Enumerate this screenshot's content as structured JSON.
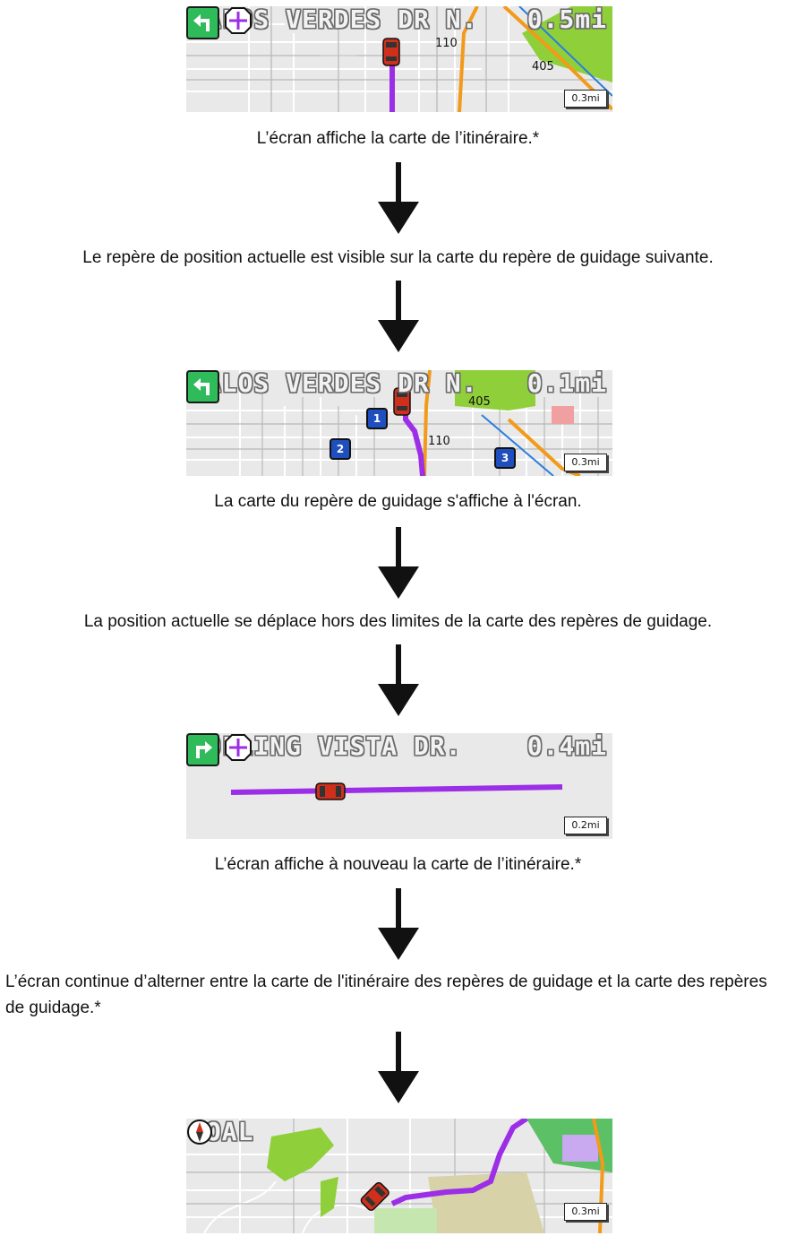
{
  "steps": [
    {
      "map": {
        "street": "PALOS VERDES DR N.",
        "distance": "0.5mi",
        "scale": "0.3mi",
        "roads": [
          "110",
          "405"
        ],
        "waypoints": []
      },
      "caption": "L’écran affiche la carte de l’itinéraire.*"
    },
    {
      "caption": "Le repère de position actuelle est visible sur la carte du repère de guidage suivante."
    },
    {
      "map": {
        "street": "PALOS VERDES DR N.",
        "distance": "0.1mi",
        "scale": "0.3mi",
        "roads": [
          "405",
          "110"
        ],
        "waypoints": [
          "1",
          "2",
          "3"
        ]
      },
      "caption": "La carte du repère de guidage s'affiche à l'écran."
    },
    {
      "caption": "La position actuelle se déplace hors des limites de la carte des repères de guidage."
    },
    {
      "map": {
        "street": "ROLLING VISTA DR.",
        "distance": "0.4mi",
        "scale": "0.2mi",
        "roads": [],
        "waypoints": []
      },
      "caption": "L’écran affiche à nouveau la carte de l’itinéraire.*"
    },
    {
      "caption": "L’écran continue d’alterner entre la carte de l'itinéraire des repères de guidage et la carte des repères de guidage.*"
    },
    {
      "map": {
        "street": "GOAL",
        "distance": "",
        "scale": "0.3mi",
        "roads": [],
        "waypoints": []
      }
    }
  ],
  "icons": {
    "compass": "compass-icon",
    "turn_left": "turn-left-icon",
    "turn_right": "turn-right-icon",
    "waypoint_flag": "waypoint-flag-icon",
    "car": "car-icon",
    "arrow": "down-arrow-icon"
  },
  "colors": {
    "route": "#9b2ee6",
    "highway": "#f29a1a",
    "park": "#8fcf3a",
    "turn_sign": "#2fbb5a",
    "waypoint_badge": "#1f4fbf",
    "car": "#d0301b"
  }
}
